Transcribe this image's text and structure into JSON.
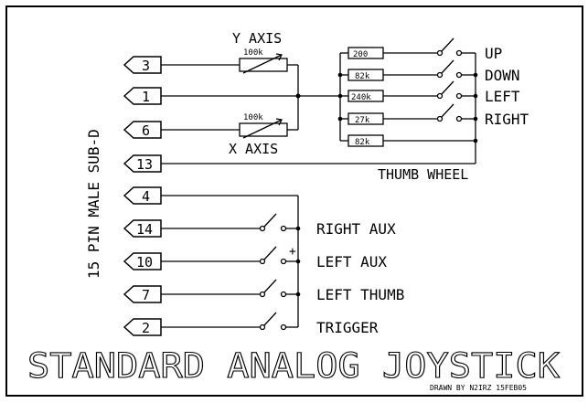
{
  "title": "STANDARD ANALOG JOYSTICK",
  "side_label": "15 PIN MALE SUB-D",
  "credit": "DRAWN BY N2IRZ  15FEB05",
  "pins": [
    "3",
    "1",
    "6",
    "13",
    "4",
    "14",
    "10",
    "7",
    "2"
  ],
  "pots": {
    "y_label": "Y AXIS",
    "y_value": "100k",
    "x_label": "X AXIS",
    "x_value": "100k"
  },
  "resistors": [
    "200",
    "82k",
    "240k",
    "27k",
    "82k"
  ],
  "hat_labels": [
    "UP",
    "DOWN",
    "LEFT",
    "RIGHT"
  ],
  "hat_caption": "THUMB WHEEL",
  "buttons": [
    "RIGHT AUX",
    "LEFT AUX",
    "LEFT THUMB",
    "TRIGGER"
  ],
  "plus_mark": "+",
  "colors": {
    "ink": "#000000",
    "paper": "#ffffff"
  }
}
